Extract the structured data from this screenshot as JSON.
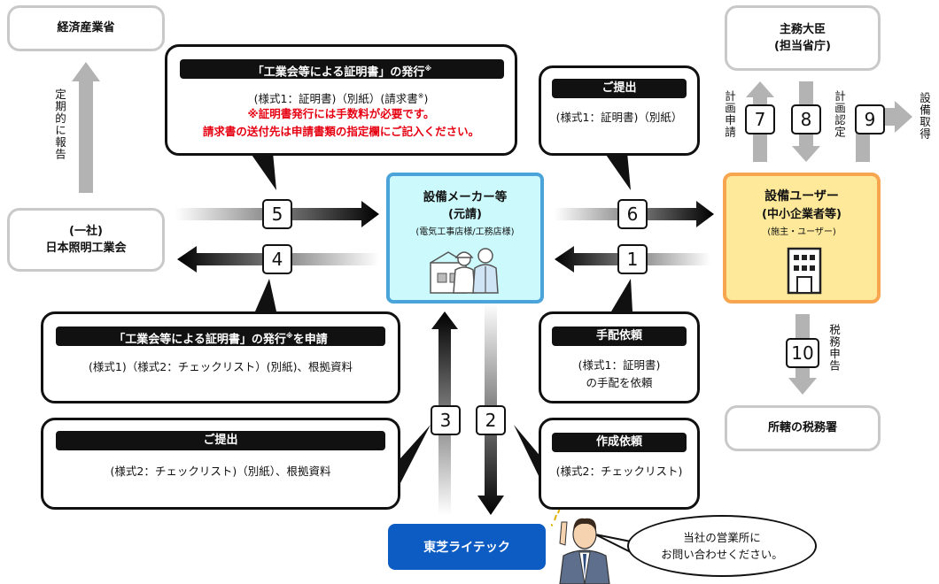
{
  "ministry_economy": "経済産業省",
  "report_vertical": "定期的に報告",
  "jlma": {
    "line1": "(一社)",
    "line2": "日本照明工業会"
  },
  "minister": {
    "line1": "主務大臣",
    "line2": "(担当省庁)"
  },
  "tax_office": "所轄の税務署",
  "step5_box": {
    "header": "「工業会等による証明書」の発行",
    "header_mark": "※",
    "line1": "(様式1：証明書)（別紙）(請求書",
    "line1_mark": "※",
    "line1_end": ")",
    "red1": "※証明書発行には手数料が必要です。",
    "red2": "請求書の送付先は申請書類の指定欄にご記入ください。"
  },
  "step6_box": {
    "header": "ご提出",
    "line1": "(様式1：証明書)（別紙）"
  },
  "step4_box": {
    "header_a": "「工業会等による証明書」の発行",
    "header_mark": "※",
    "header_b": "を申請",
    "line1": "(様式1)（様式2：チェックリスト）(別紙)、根拠資料"
  },
  "step3_box": {
    "header": "ご提出",
    "line1": "(様式2：チェックリスト)（別紙）、根拠資料"
  },
  "step1_box": {
    "header": "手配依頼",
    "line1": "(様式1：証明書)",
    "line2": "の手配を依頼"
  },
  "step2_box": {
    "header": "作成依頼",
    "line1": "(様式2：チェックリスト)"
  },
  "maker": {
    "title": "設備メーカー等",
    "sub": "(元請)",
    "note": "(電気工事店様/工務店様)"
  },
  "user": {
    "title": "設備ユーザー",
    "sub": "(中小企業者等)",
    "note": "(施主・ユーザー)"
  },
  "toshiba": "東芝ライテック",
  "speech": {
    "line1": "当社の営業所に",
    "line2": "お問い合わせください。"
  },
  "steps": {
    "s1": "1",
    "s2": "2",
    "s3": "3",
    "s4": "4",
    "s5": "5",
    "s6": "6",
    "s7": "7",
    "s8": "8",
    "s9": "9",
    "s10": "10"
  },
  "v_labels": {
    "plan_apply": "計画申請",
    "plan_approve": "計画認定",
    "equip_acquire": "設備取得",
    "tax_return": "税務申告"
  },
  "colors": {
    "red": "#e60012",
    "maker_fill": "#ccf9fb",
    "maker_border": "#4aa3d9",
    "user_fill": "#fee99a",
    "user_border": "#f7a54f",
    "toshiba_blue": "#0d5cc3"
  }
}
